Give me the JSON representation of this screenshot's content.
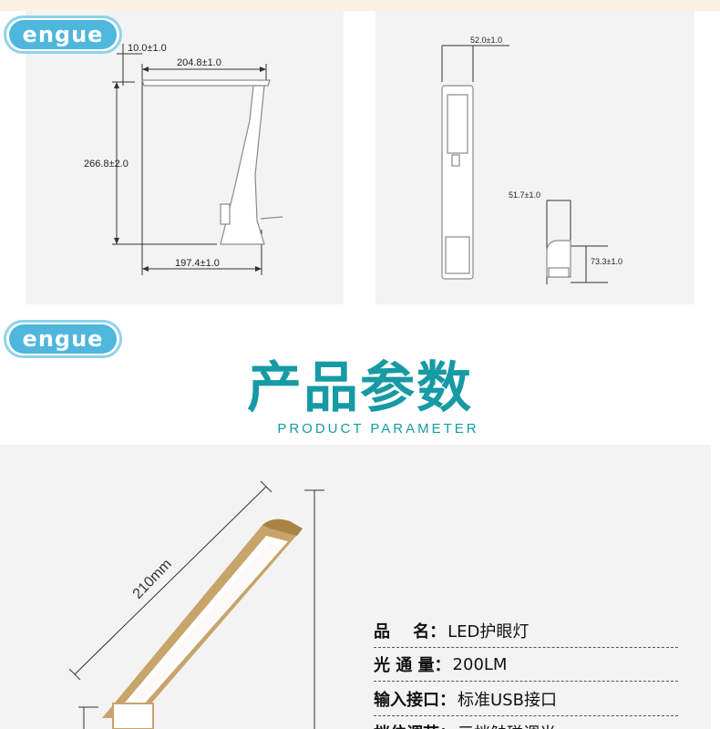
{
  "brand": {
    "logo_text": "engue",
    "logo_color": "#4fb6dc",
    "logo_border": "#8fd3ea"
  },
  "diagram_left": {
    "dims": {
      "top_thickness": "10.0±1.0",
      "arm_length": "204.8±1.0",
      "height": "266.8±2.0",
      "base_length": "197.4±1.0"
    }
  },
  "diagram_right": {
    "dims": {
      "width": "52.0±1.0",
      "folded_width": "51.7±1.0",
      "folded_height": "73.3±1.0"
    }
  },
  "section": {
    "title_cn": "产品参数",
    "title_en": "PRODUCT PARAMETER",
    "title_color": "#169aa4"
  },
  "product_view": {
    "arm_label": "210mm",
    "accent": "#c7a46a"
  },
  "specs": [
    {
      "key": "品    名：",
      "value": "LED护眼灯"
    },
    {
      "key": "光 通 量：",
      "value": "200LM"
    },
    {
      "key": "输入接口：",
      "value": "标准USB接口"
    },
    {
      "key": "档位调节：",
      "value": "三档触碰调光"
    }
  ]
}
